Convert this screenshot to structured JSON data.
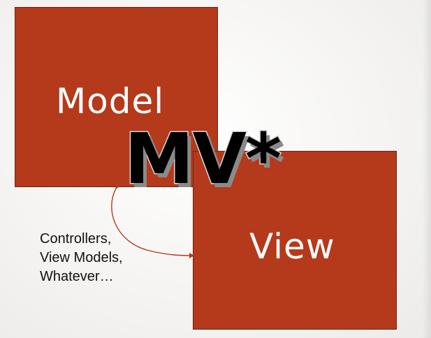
{
  "diagram": {
    "title": "MV*",
    "model_label": "Model",
    "view_label": "View",
    "connector_note_lines": [
      "Controllers,",
      "View Models,",
      "Whatever…"
    ],
    "colors": {
      "box_fill": "#b5391b",
      "box_text": "#ffffff",
      "title_fill": "#000000",
      "connector": "#b5391b",
      "note_text": "#111111"
    }
  }
}
